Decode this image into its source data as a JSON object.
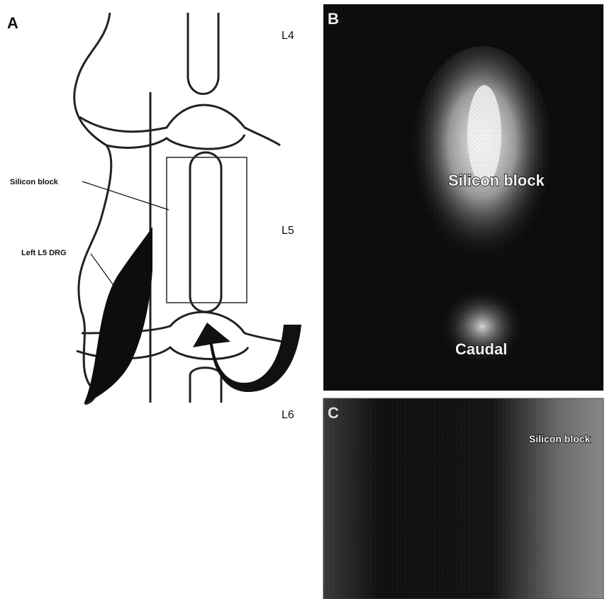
{
  "panels": {
    "a": {
      "letter": "A",
      "vertebrae": {
        "l4": "L4",
        "l5": "L5",
        "l6": "L6"
      },
      "annotations": {
        "silicon_block": "Silicon block",
        "left_drg": "Left L5 DRG"
      }
    },
    "b": {
      "letter": "B",
      "labels": [
        "Silicon block",
        "Caudal"
      ]
    },
    "c": {
      "letter": "C",
      "labels": [
        "Silicon block"
      ]
    }
  },
  "colors": {
    "ink": "#111111",
    "background": "#ffffff",
    "photo_dark": "#0b0b0b"
  }
}
